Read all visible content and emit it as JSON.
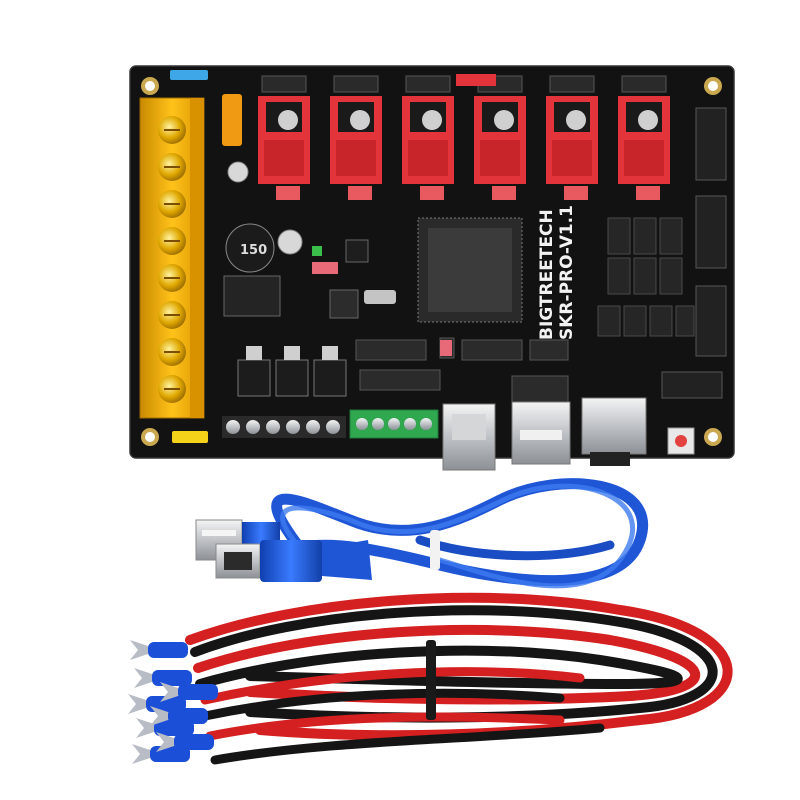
{
  "board": {
    "brand_line": "BIGTREETECH",
    "model_line": "SKR-PRO-V1.1",
    "inductor_label": "150"
  },
  "colors": {
    "pcb": "#121212",
    "driver_socket": "#e3343b",
    "terminal_block": "#f5b800",
    "terminal_green": "#2fa84f",
    "usb_cable": "#1f56d6",
    "wire_red": "#d42020",
    "wire_black": "#151515",
    "ferrule_blue": "#1c4fd8",
    "fork_metal": "#b8bcc4"
  },
  "icons": {
    "drivers": "stepper-driver-module-icon",
    "mcu": "microcontroller-chip-icon",
    "usb": "usb-connector-icon"
  }
}
